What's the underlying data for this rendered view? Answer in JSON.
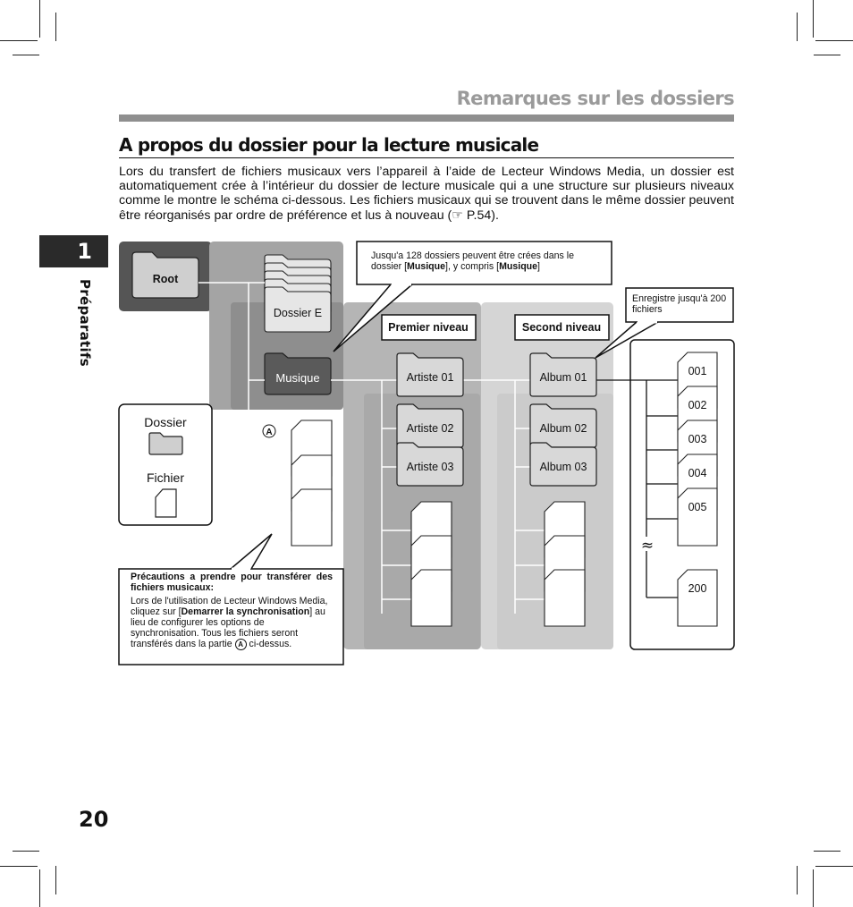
{
  "header": {
    "title": "Remarques sur les dossiers"
  },
  "section": {
    "title": "A propos du dossier pour la lecture musicale",
    "intro_a": "Lors du transfert de fichiers musicaux vers l’appareil à l’aide de Lecteur Windows Media, un dossier est automatiquement crée à l’intérieur du dossier de lecture musicale qui a une structure sur plusieurs niveaux comme le montre le schéma ci-dessous. Les fichiers musicaux qui se trouvent dans le même dossier peuvent être réorganisés par ordre de préférence et lus à nouveau (",
    "intro_ref": "☞ P.54",
    "intro_b": ")."
  },
  "chapter": {
    "number": "1",
    "label": "Préparatifs"
  },
  "page_number": "20",
  "diagram": {
    "root": "Root",
    "dossier_e": "Dossier E",
    "musique": "Musique",
    "legend_folder": "Dossier",
    "legend_file": "Fichier",
    "marker_a": "A",
    "level1_label": "Premier niveau",
    "level2_label": "Second niveau",
    "artists": [
      "Artiste 01",
      "Artiste 02",
      "Artiste 03"
    ],
    "albums": [
      "Album 01",
      "Album 02",
      "Album 03"
    ],
    "files": [
      "001",
      "002",
      "003",
      "004",
      "005",
      "200"
    ],
    "wave": "≈",
    "callout_top": {
      "p1": "Jusqu'a 128 dossiers peuvent être crées dans le dossier [",
      "b1": "Musique",
      "p2": "], y compris [",
      "b2": "Musique",
      "p3": "]"
    },
    "callout_right": "Enregistre jusqu'à 200 fichiers",
    "callout_bottom": {
      "title": "Précautions a prendre pour transférer des fichiers musicaux:",
      "p1": "Lors de l'utilisation de Lecteur Windows Media, cliquez sur [",
      "b1": "Demarrer la synchronisation",
      "p2": "] au lieu de configurer les options de synchronisation. Tous les fichiers seront transférés dans la partie ",
      "marker": "A",
      "p3": " ci-dessus."
    }
  }
}
